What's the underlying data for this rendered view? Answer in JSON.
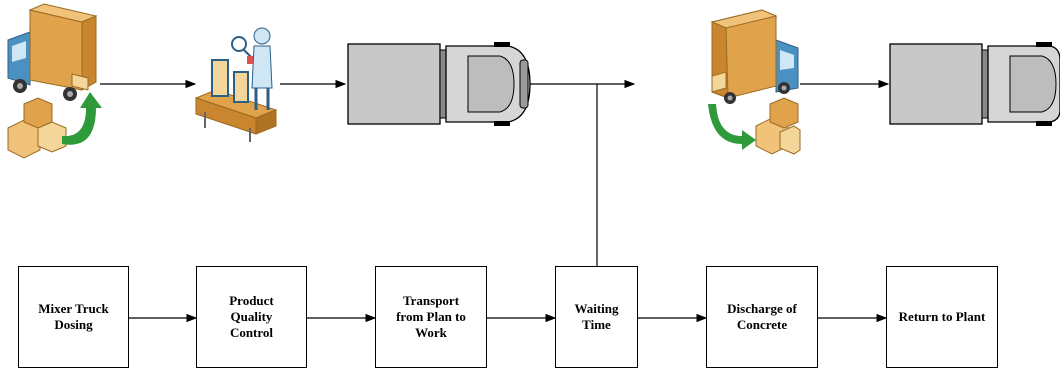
{
  "steps": [
    {
      "label": "Mixer Truck\nDosing"
    },
    {
      "label": "Product\nQuality\nControl"
    },
    {
      "label": "Transport\nfrom Plan to\nWork"
    },
    {
      "label": "Waiting\nTime"
    },
    {
      "label": "Discharge of\nConcrete"
    },
    {
      "label": "Return to Plant"
    }
  ],
  "icons": [
    "loading-truck-icon",
    "quality-inspection-icon",
    "transport-truck-icon",
    "unloading-truck-icon",
    "return-truck-icon"
  ],
  "colors": {
    "box_cargo": "#e0a24a",
    "truck_body": "#4a90c0",
    "truck_gray": "#c8c8c8",
    "arrow_green": "#2f9a3a",
    "line": "#000000"
  }
}
